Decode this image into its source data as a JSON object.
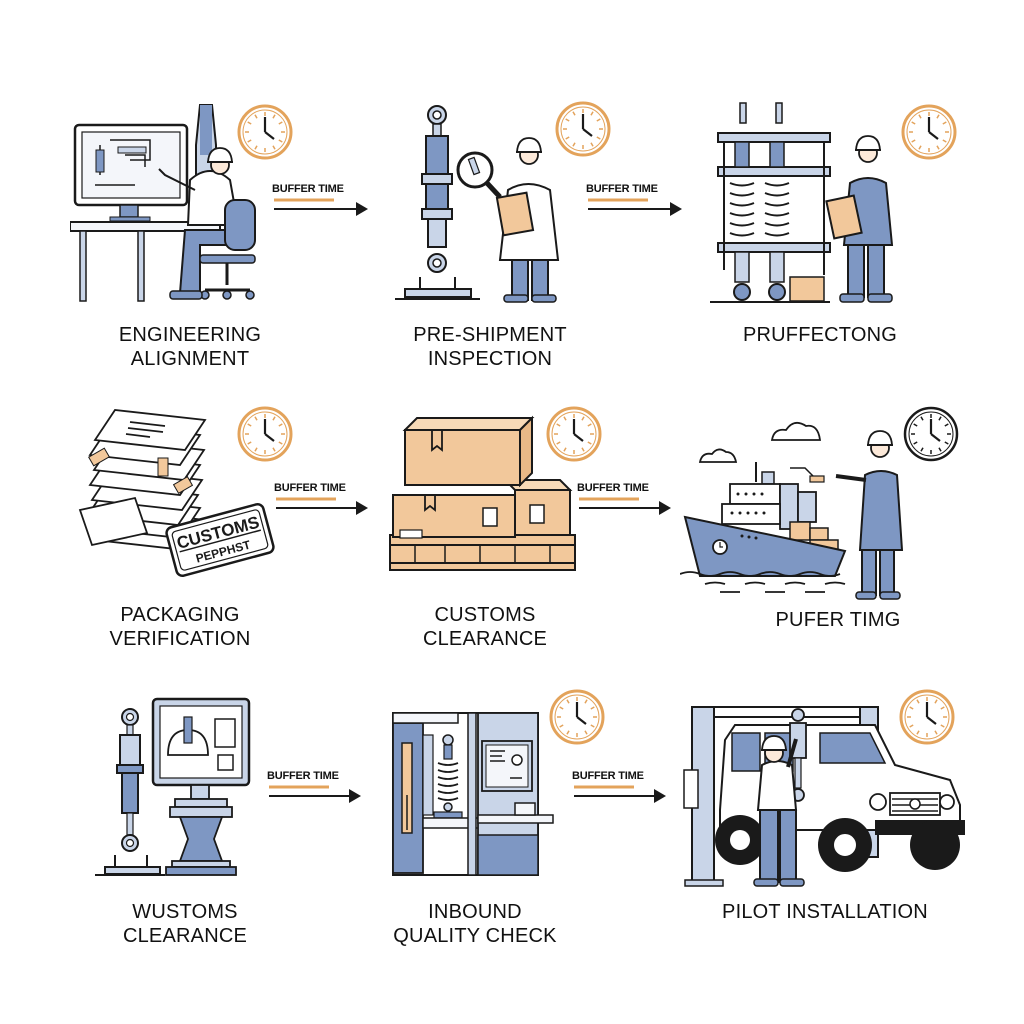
{
  "colors": {
    "accent_orange": "#E3A35B",
    "steel_blue": "#7E97C3",
    "light_blue": "#C9D5E8",
    "cardboard": "#F2C89B",
    "outline": "#1A1A1A"
  },
  "buffer_label": "BUFFER TIME",
  "steps": [
    {
      "line1": "ENGINEERING",
      "line2": "ALIGNMENT",
      "icon": "engineer-at-computer-icon",
      "clock": "orange"
    },
    {
      "line1": "PRE-SHIPMENT",
      "line2": "INSPECTION",
      "icon": "inspector-magnifier-icon",
      "clock": "orange"
    },
    {
      "line1": "PRUFFECTONG",
      "line2": "",
      "icon": "spring-press-icon",
      "clock": "orange"
    },
    {
      "line1": "PACKAGING",
      "line2": "VERIFICATION",
      "icon": "customs-documents-icon",
      "clock": "orange",
      "stamp_line1": "CUSTOMS",
      "stamp_line2": "PEPPHST"
    },
    {
      "line1": "CUSTOMS",
      "line2": "CLEARANCE",
      "icon": "boxes-pallet-icon",
      "clock": "orange"
    },
    {
      "line1": "PUFER TIMG",
      "line2": "",
      "icon": "cargo-ship-icon",
      "clock": "black"
    },
    {
      "line1": "WUSTOMS",
      "line2": "CLEARANCE",
      "icon": "shock-absorber-monitor-icon",
      "clock": "none"
    },
    {
      "line1": "INBOUND",
      "line2": "QUALITY CHECK",
      "icon": "test-rig-icon",
      "clock": "orange"
    },
    {
      "line1": "PILOT INSTALLATION",
      "line2": "",
      "icon": "vehicle-lift-icon",
      "clock": "orange"
    }
  ]
}
